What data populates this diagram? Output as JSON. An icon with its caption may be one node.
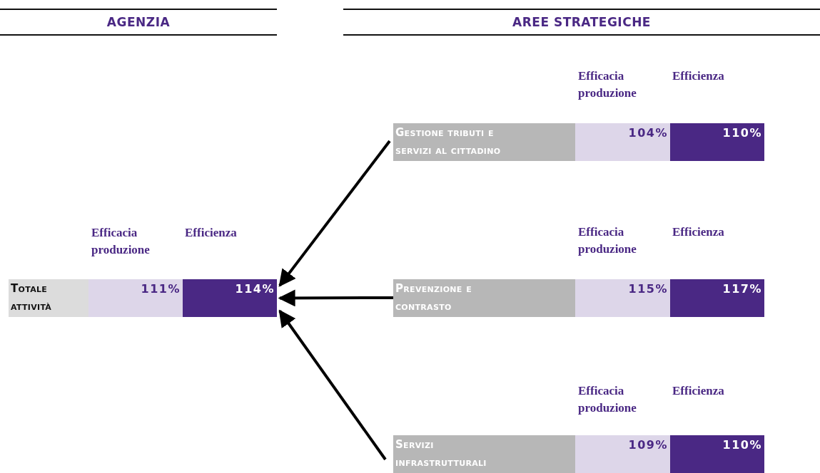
{
  "diagram": {
    "nodes": [
      {
        "text": [
          "Totale attività",
          "111%",
          "114%"
        ]
      },
      {
        "text": [
          "Gestione tributi e servizi al cittadino",
          "104%",
          "110%"
        ]
      },
      {
        "text": [
          "Prevenzione e contrasto",
          "115%",
          "117%"
        ]
      },
      {
        "text": [
          "Servizi infrastrutturali",
          "109%",
          "110%"
        ]
      }
    ],
    "edges": [
      {
        "from": 1,
        "to": 0,
        "arrow": "to"
      },
      {
        "from": 2,
        "to": 0,
        "arrow": "to"
      },
      {
        "from": 3,
        "to": 0,
        "arrow": "to"
      }
    ],
    "labels": [
      "AGENZIA",
      "AREE STRATEGICHE",
      "Efficacia produzione",
      "Efficienza",
      "Efficacia produzione",
      "Efficienza",
      "Efficacia produzione",
      "Efficienza",
      "Efficacia produzione",
      "Efficienza"
    ]
  }
}
